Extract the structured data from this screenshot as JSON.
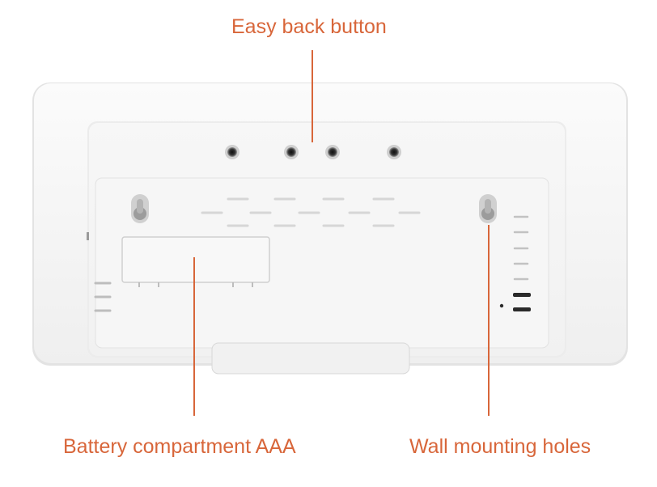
{
  "annotations": {
    "back_button": "Easy back button",
    "battery": "Battery compartment AAA",
    "wall_holes": "Wall mounting holes"
  },
  "colors": {
    "callout": "#d8663a",
    "device_body": "#f4f4f4",
    "device_shadow": "#dcdcdc",
    "hole": "#2a2a2a"
  }
}
